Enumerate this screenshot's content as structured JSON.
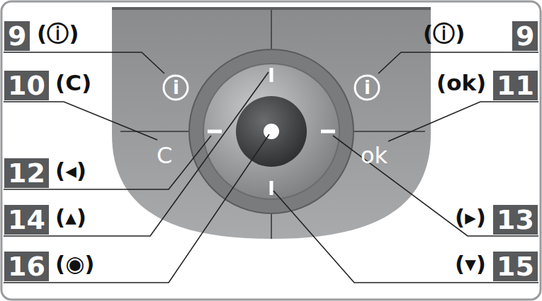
{
  "diagram": {
    "labels": [
      "9",
      "(ⓘ)",
      "(ⓘ)",
      "9",
      "10",
      "(C)",
      "(ok)",
      "11",
      "12",
      "(◂)",
      "(▸)",
      "13",
      "14",
      "(▴)",
      "(▾)",
      "15",
      "16",
      "(◉)",
      "i",
      "i",
      "C",
      "ok"
    ]
  }
}
